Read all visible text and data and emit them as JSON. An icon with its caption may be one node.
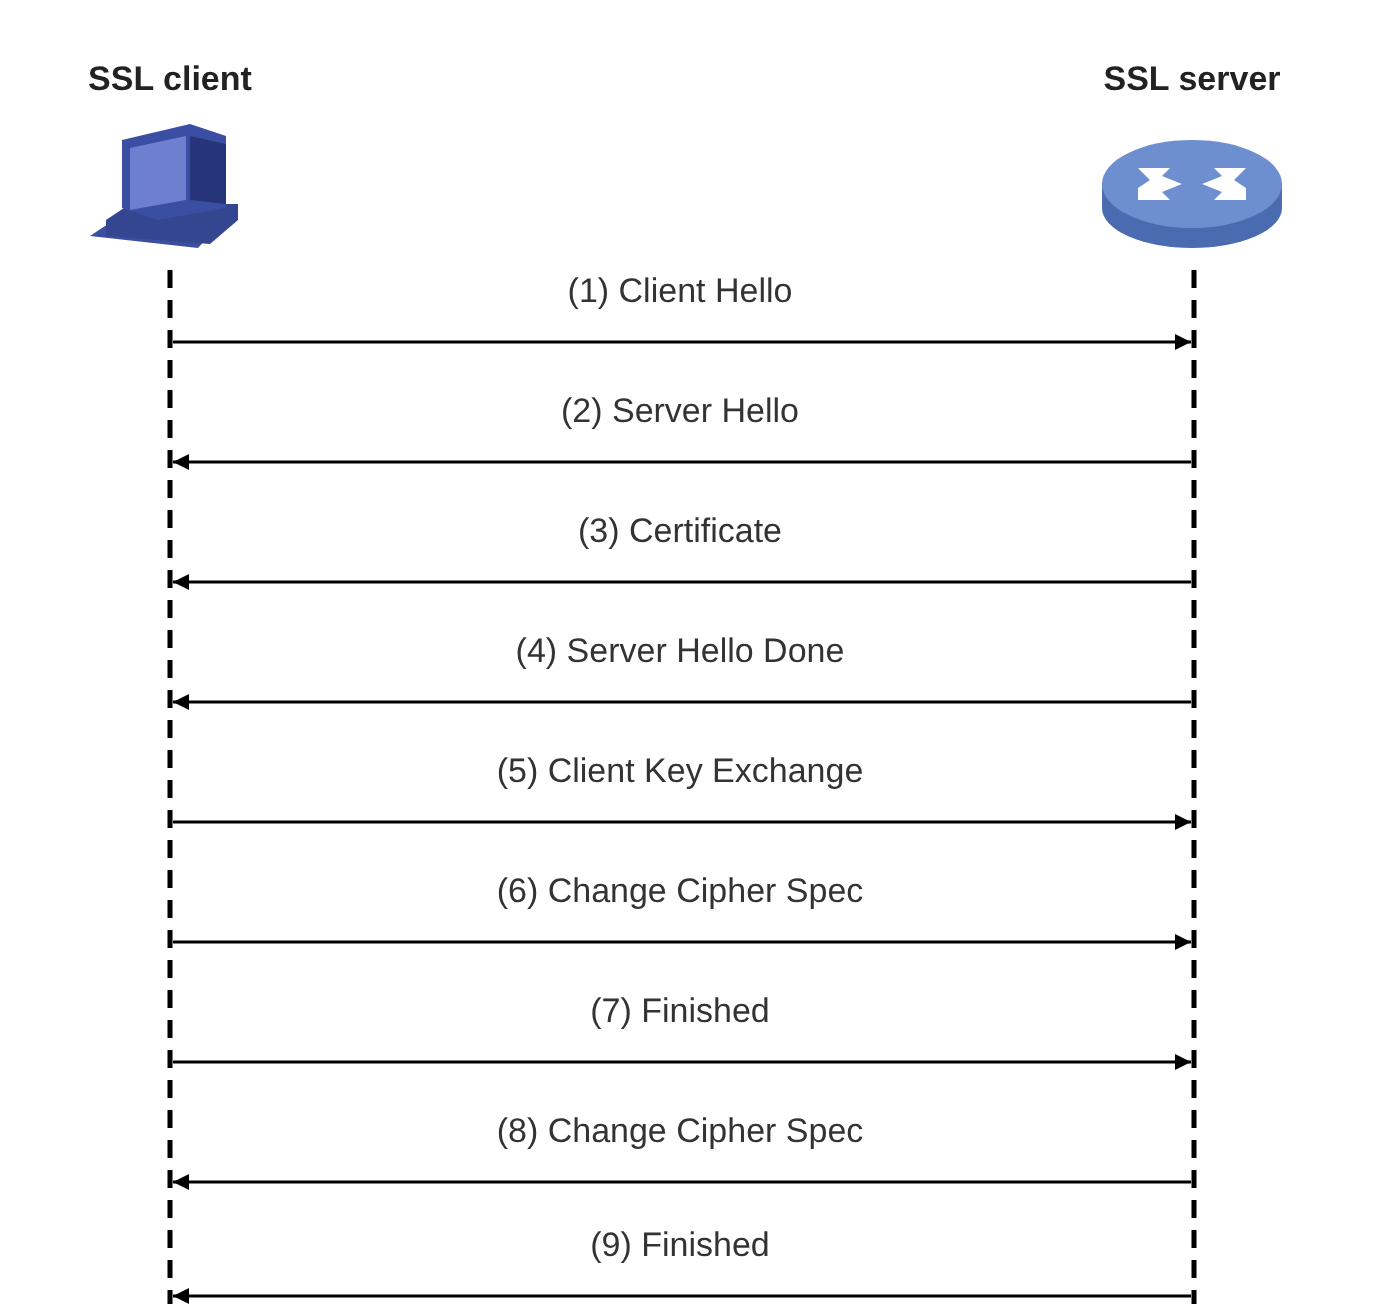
{
  "diagram": {
    "nodes": [
      {
        "text": [
          "SSL client"
        ]
      },
      {
        "text": [
          "SSL server"
        ]
      }
    ],
    "edges": [
      {
        "from": 0,
        "to": 1,
        "arrow": "to",
        "label": "(1) Client Hello"
      },
      {
        "from": 1,
        "to": 0,
        "arrow": "to",
        "label": "(2) Server Hello"
      },
      {
        "from": 1,
        "to": 0,
        "arrow": "to",
        "label": "(3) Certificate"
      },
      {
        "from": 1,
        "to": 0,
        "arrow": "to",
        "label": "(4) Server Hello Done"
      },
      {
        "from": 0,
        "to": 1,
        "arrow": "to",
        "label": "(5) Client Key Exchange"
      },
      {
        "from": 0,
        "to": 1,
        "arrow": "to",
        "label": "(6) Change Cipher Spec"
      },
      {
        "from": 0,
        "to": 1,
        "arrow": "to",
        "label": "(7) Finished"
      },
      {
        "from": 1,
        "to": 0,
        "arrow": "to",
        "label": "(8) Change Cipher Spec"
      },
      {
        "from": 1,
        "to": 0,
        "arrow": "to",
        "label": "(9) Finished"
      }
    ]
  }
}
